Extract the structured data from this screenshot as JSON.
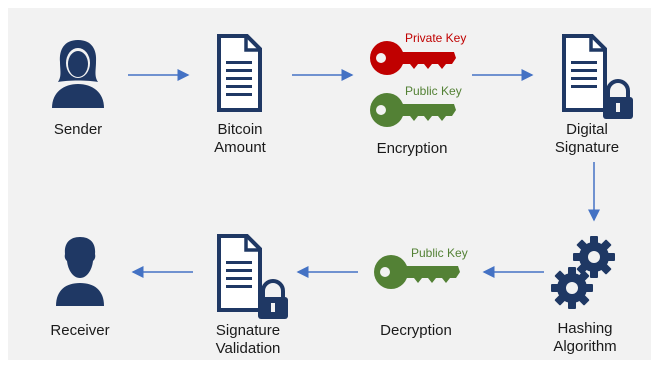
{
  "colors": {
    "icon": "#1f3864",
    "arrow": "#4472c4",
    "private_key": "#c00000",
    "public_key": "#538135",
    "background": "#f2f2f2"
  },
  "nodes": {
    "sender": {
      "label": "Sender",
      "icon": "person-icon"
    },
    "bitcoin_amount": {
      "label_line1": "Bitcoin",
      "label_line2": "Amount",
      "icon": "document-icon"
    },
    "encryption": {
      "label": "Encryption",
      "private_key_label": "Private Key",
      "public_key_label": "Public Key",
      "icon": "key-icon"
    },
    "digital_signature": {
      "label_line1": "Digital",
      "label_line2": "Signature",
      "icon": "locked-document-icon"
    },
    "hashing_algorithm": {
      "label_line1": "Hashing",
      "label_line2": "Algorithm",
      "icon": "gears-icon"
    },
    "decryption": {
      "label": "Decryption",
      "public_key_label": "Public Key",
      "icon": "key-icon"
    },
    "signature_validation": {
      "label_line1": "Signature",
      "label_line2": "Validation",
      "icon": "locked-document-icon"
    },
    "receiver": {
      "label": "Receiver",
      "icon": "person-icon"
    }
  }
}
